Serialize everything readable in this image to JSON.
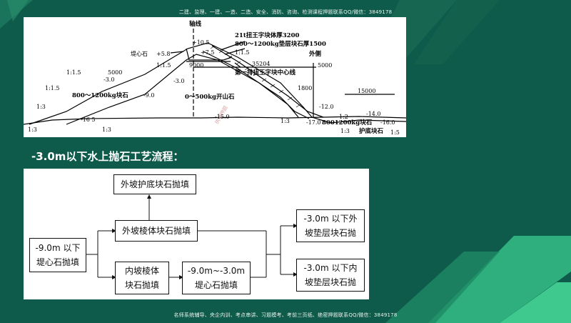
{
  "header_note": "二建、监理、一建、一造、二造、安全、消防、咨询、检测课程押题联系QQ/微信：3849178",
  "footer_note": "名师系统辅导、央企内训、考点串讲、习题模考、考前三页纸、绝密押题联系QQ/微信：3849178",
  "section_title": "-3.0m以下水上抛石工艺流程：",
  "cross_section": {
    "axis_label": "轴线",
    "label_21t": "21t扭王字块体厚3200",
    "label_cushion": "800～1200kg垫层块石厚1500",
    "label_outer": "外侧",
    "label_core": "堤心石",
    "el_10_5": "+10.5",
    "el_5_8": "+5.8",
    "el_7_5": "+7.5",
    "dim_9000": "9000",
    "dim_35204": "35204",
    "label_first_row": "第一排扭王字块中心线",
    "dim_5000_left": "5000",
    "dim_5000_right": "5000",
    "el_n3_left": "-3.0",
    "el_n3_mid": "-3.0",
    "slope_15_a": "1:1.5",
    "slope_15_b": "1:1.5",
    "slope_15_c": "1:1.5",
    "slope_15_d": "1:1.5",
    "label_800_1200": "800～1200kg块石",
    "el_n9": "-9.0",
    "label_0_500": "0～500kg开山石",
    "dim_1800": "1800",
    "dim_15000": "15000",
    "el_n12": "-12.0",
    "el_n14": "-14.0",
    "el_n16_5": "-16 5",
    "el_n15": "-15.0",
    "el_n17": "-17.0",
    "label_bottom_stone": "8001200kg块石",
    "label_toe": "护底块石",
    "el_n16": "-16.0",
    "slope_13_a": "1:3",
    "slope_13_b": "1:3",
    "slope_13_c": "1:3",
    "slope_13_d": "1:3",
    "slope_13_e": "1:3",
    "slope_12": "1:2",
    "slope_15_e": "1:5"
  },
  "flowchart": {
    "start": [
      "-9.0m 以下",
      "堤心石抛填"
    ],
    "outer_body": "外坡棱体块石抛填",
    "outer_toe": "外坡护底块石抛填",
    "inner_body": [
      "内坡棱体",
      "块石抛填"
    ],
    "core_mid": [
      "-9.0m~-3.0m",
      "堤心石抛填"
    ],
    "outer_cushion": [
      "-3.0m 以下外",
      "坡垫层块石抛"
    ],
    "inner_cushion": [
      "-3.0m 以下内",
      "坡垫层块石抛"
    ]
  },
  "colors": {
    "background": "#0f5b4b",
    "accent": "#2fae7e",
    "accent_light": "#3fc98e"
  }
}
